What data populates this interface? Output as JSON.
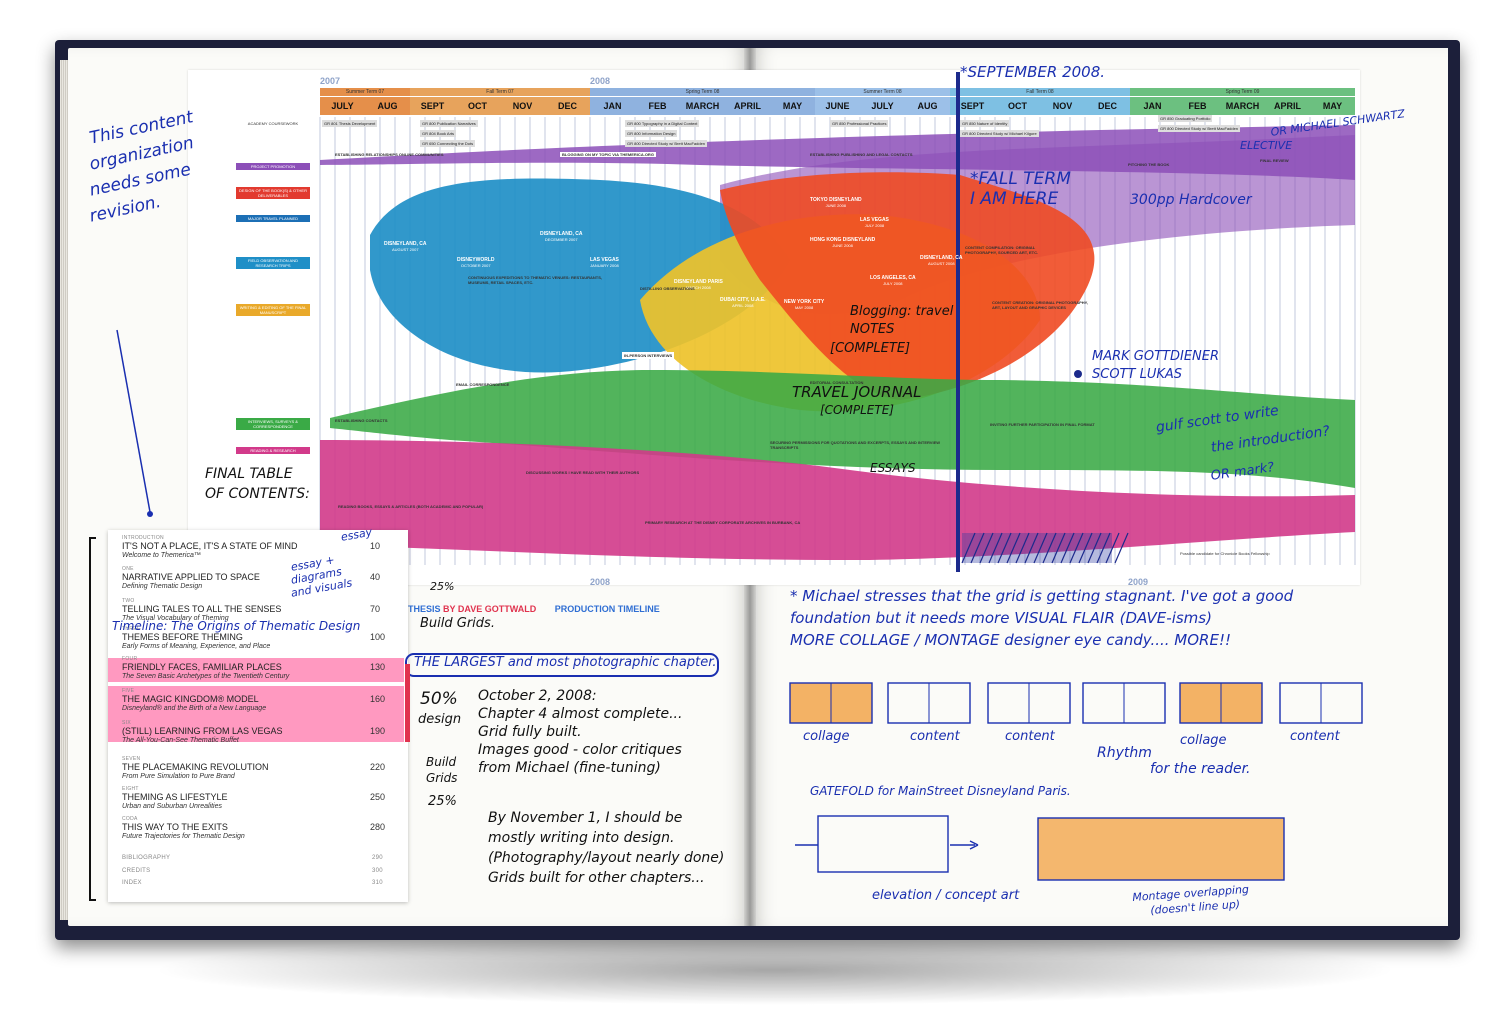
{
  "timeline": {
    "years": {
      "y2007": "2007",
      "y2008": "2008",
      "y2008b": "2008",
      "y2009": "2009"
    },
    "terms": [
      "Summer Term 07",
      "Fall Term 07",
      "Spring Term 08",
      "Summer Term 08",
      "Fall Term 08",
      "Spring Term 09"
    ],
    "months": [
      "JULY",
      "AUG",
      "SEPT",
      "OCT",
      "NOV",
      "DEC",
      "JAN",
      "FEB",
      "MARCH",
      "APRIL",
      "MAY",
      "JUNE",
      "JULY",
      "AUG",
      "SEPT",
      "OCT",
      "NOV",
      "DEC",
      "JAN",
      "FEB",
      "MARCH",
      "APRIL",
      "MAY"
    ],
    "categories": [
      "ACADEMY COURSEWORK",
      "PROJECT PROMOTION",
      "DESIGN OF THE BOOK(S) & OTHER DELIVERABLES",
      "MAJOR TRAVEL PLANNED",
      "FIELD OBSERVATION AND RESEARCH TRIPS",
      "WRITING & EDITING OF THE FINAL MANUSCRIPT",
      "INTERVIEWS, SURVEYS & CORRESPONDENCE",
      "READING & RESEARCH"
    ],
    "category_colors": [
      "#ffffff",
      "#8c4fb8",
      "#e23a2f",
      "#1c6fb5",
      "#1f8fc7",
      "#e9a92a",
      "#3aaa46",
      "#d23a8a"
    ],
    "courses": [
      "GR 801 Thesis Development",
      "GR 800 Publication Narratives",
      "GR 804 Book Arts",
      "GR 650 Connecting the Dots",
      "GR 800 Typography in a Digital Context",
      "GR 800 Information Design",
      "GR 800 Directed Study w/ Brett MacFadden",
      "GR 850 Professional Practices",
      "GR 850 Nature of Identity",
      "GR 800 Directed Study w/ Michael Kilgore",
      "GR 850 Graduating Portfolio",
      "GR 800 Directed Study w/ Brett MacFadden"
    ],
    "trips": [
      "DISNEYLAND, CA",
      "DISNEYWORLD",
      "DISNEYLAND, CA",
      "LAS VEGAS",
      "DISNEYLAND PARIS",
      "DUBAI CITY, U.A.E.",
      "NEW YORK CITY",
      "TOKYO DISNEYLAND",
      "HONG KONG DISNEYLAND",
      "LAS VEGAS",
      "LOS ANGELES, CA",
      "DISNEYLAND, CA"
    ],
    "trip_dates": [
      "AUGUST 2007",
      "OCTOBER 2007",
      "DECEMBER 2007",
      "JANUARY 2008",
      "MARCH 2008",
      "APRIL 2008",
      "MAY 2008",
      "JUNE 2008",
      "JUNE 2008",
      "JULY 2008",
      "JULY 2008",
      "AUGUST 2008"
    ],
    "labels": {
      "establishing": "ESTABLISHING RELATIONSHIPS ONLINE COMMUNITIES",
      "blogging": "BLOGGING ON MY TOPIC VIA THEMERICA.ORG",
      "establishing2": "ESTABLISHING PUBLISHING AND LEGAL CONTACTS",
      "pitching": "PITCHING THE BOOK",
      "final_review": "FINAL REVIEW",
      "continuous": "CONTINUOUS EXPEDITIONS TO THEMATIC VENUES: RESTAURANTS, MUSEUMS, RETAIL SPACES, ETC.",
      "distilling": "DISTILLING OBSERVATIONS",
      "content_comp": "CONTENT COMPILATION: ORIGINAL PHOTOGRAPHY, SOURCED ART, ETC.",
      "content_creation": "CONTENT CREATION: ORIGINAL PHOTOGRAPHY, ART, LAYOUT AND GRAPHIC DEVICES",
      "in_person": "IN-PERSON INTERVIEWS",
      "email": "EMAIL CORRESPONDENCE",
      "editorial": "EDITORIAL CONSULTATION",
      "establishing_contacts": "ESTABLISHING CONTACTS",
      "inviting": "INVITING FURTHER PARTICIPATION IN FINAL FORMAT",
      "securing": "SECURING PERMISSIONS FOR QUOTATIONS AND EXCERPTS, ESSAYS AND INTERVIEW TRANSCRIPTS",
      "discussing": "DISCUSSING WORKS I HAVE READ WITH THEIR AUTHORS",
      "reading": "READING BOOKS, ESSAYS & ARTICLES (BOTH ACADEMIC AND POPULAR)",
      "primary": "PRIMARY RESEARCH AT THE DISNEY CORPORATE ARCHIVES IN BURBANK, CA",
      "fellowship": "Possible candidate for Chronicle Books Fellowship"
    },
    "thesis_by": "THESIS",
    "thesis_author": "BY DAVE GOTTWALD",
    "production_timeline": "PRODUCTION TIMELINE"
  },
  "handwriting": {
    "margin_note": [
      "This content",
      "organization",
      "needs some",
      "revision."
    ],
    "final_toc": [
      "FINAL TABLE",
      "OF CONTENTS:"
    ],
    "september": "*SEPTEMBER 2008.",
    "fall_term": [
      "*FALL TERM",
      "I AM HERE"
    ],
    "pp_hardcover": "300pp Hardcover",
    "or_michael": "OR MICHAEL SCHWARTZ",
    "elective": "ELECTIVE",
    "blogging_notes": [
      "Blogging: travel",
      "NOTES"
    ],
    "complete1": "[COMPLETE]",
    "travel_journal": "TRAVEL JOURNAL",
    "complete2": "[COMPLETE]",
    "mark": [
      "MARK GOTTDIENER",
      "SCOTT LUKAS"
    ],
    "gulf": [
      "gulf scott to write",
      "the introduction?",
      "OR mark?"
    ],
    "essays": "ESSAYS",
    "michael_note": [
      "* Michael stresses that the grid is getting stagnant. I've got a good",
      "foundation but it needs more VISUAL FLAIR (DAVE-isms)",
      "MORE COLLAGE / MONTAGE designer eye candy.... MORE!!"
    ],
    "pct25": "25%",
    "build_grids": "Build Grids.",
    "largest": "THE LARGEST and most photographic chapter.",
    "pct50": "50%",
    "design": "design",
    "build_grids2": [
      "Build",
      "Grids"
    ],
    "pct25b": "25%",
    "oct_note": [
      "October 2, 2008:",
      "Chapter 4 almost complete...",
      "Grid fully built.",
      "Images good - color critiques",
      "from Michael (fine-tuning)"
    ],
    "nov_note": [
      "By November 1, I should be",
      "mostly writing into design.",
      "(Photography/layout nearly done)",
      "Grids built for other chapters..."
    ],
    "essay": "essay",
    "essay_diagrams": [
      "essay +",
      "diagrams",
      "and visuals"
    ],
    "timeline_word": "Timeline: The Origins of Thematic Design",
    "spread_labels": [
      "collage",
      "content",
      "content",
      "collage",
      "content"
    ],
    "rhythm": [
      "Rhythm",
      "for the reader."
    ],
    "gatefold": "GATEFOLD for MainStreet Disneyland Paris.",
    "elevation": "elevation / concept art",
    "montage": [
      "Montage overlapping",
      "(doesn't line up)"
    ]
  },
  "toc": {
    "entries": [
      {
        "num": "INTRODUCTION",
        "title": "IT'S NOT A PLACE, IT'S A STATE OF MIND",
        "sub": "Welcome to Themerica™",
        "page": "10"
      },
      {
        "num": "ONE",
        "title": "NARRATIVE APPLIED TO SPACE",
        "sub": "Defining Thematic Design",
        "page": "40"
      },
      {
        "num": "TWO",
        "title": "TELLING TALES TO ALL THE SENSES",
        "sub": "The Visual Vocabulary of Theming",
        "page": "70"
      },
      {
        "num": "THREE",
        "title": "THEMES BEFORE THEMING",
        "sub": "Early Forms of Meaning, Experience, and Place",
        "page": "100"
      },
      {
        "num": "FOUR",
        "title": "FRIENDLY FACES, FAMILIAR PLACES",
        "sub": "The Seven Basic Archetypes of the Twentieth Century",
        "page": "130"
      },
      {
        "num": "FIVE",
        "title": "THE MAGIC KINGDOM® MODEL",
        "sub": "Disneyland® and the Birth of a New Language",
        "page": "160"
      },
      {
        "num": "SIX",
        "title": "(STILL) LEARNING FROM LAS VEGAS",
        "sub": "The All-You-Can-See Thematic Buffet",
        "page": "190"
      },
      {
        "num": "SEVEN",
        "title": "THE PLACEMAKING REVOLUTION",
        "sub": "From Pure Simulation to Pure Brand",
        "page": "220"
      },
      {
        "num": "EIGHT",
        "title": "THEMING AS LIFESTYLE",
        "sub": "Urban and Suburban Unrealities",
        "page": "250"
      },
      {
        "num": "CODA",
        "title": "THIS WAY TO THE EXITS",
        "sub": "Future Trajectories for Thematic Design",
        "page": "280"
      }
    ],
    "back": [
      {
        "label": "BIBLIOGRAPHY",
        "page": "290"
      },
      {
        "label": "CREDITS",
        "page": "300"
      },
      {
        "label": "INDEX",
        "page": "310"
      }
    ]
  },
  "colors": {
    "cover": "#1c1f3a",
    "ink_blue": "#1a2fb0",
    "highlighter_pink": "#ff4a8c",
    "highlighter_orange": "#f1a040"
  }
}
